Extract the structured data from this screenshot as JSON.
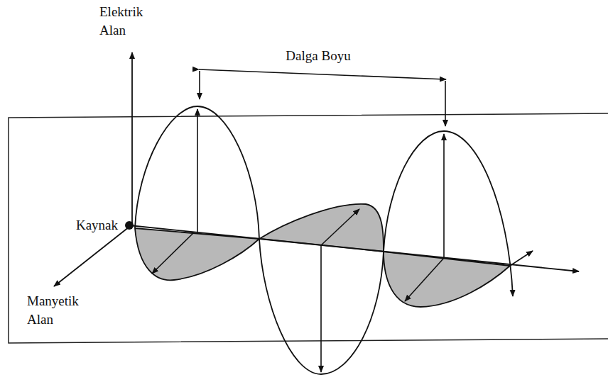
{
  "diagram": {
    "labels": [
      "Elektrik Alan",
      "Dalga Boyu",
      "Kaynak",
      "Manyetik Alan"
    ]
  }
}
